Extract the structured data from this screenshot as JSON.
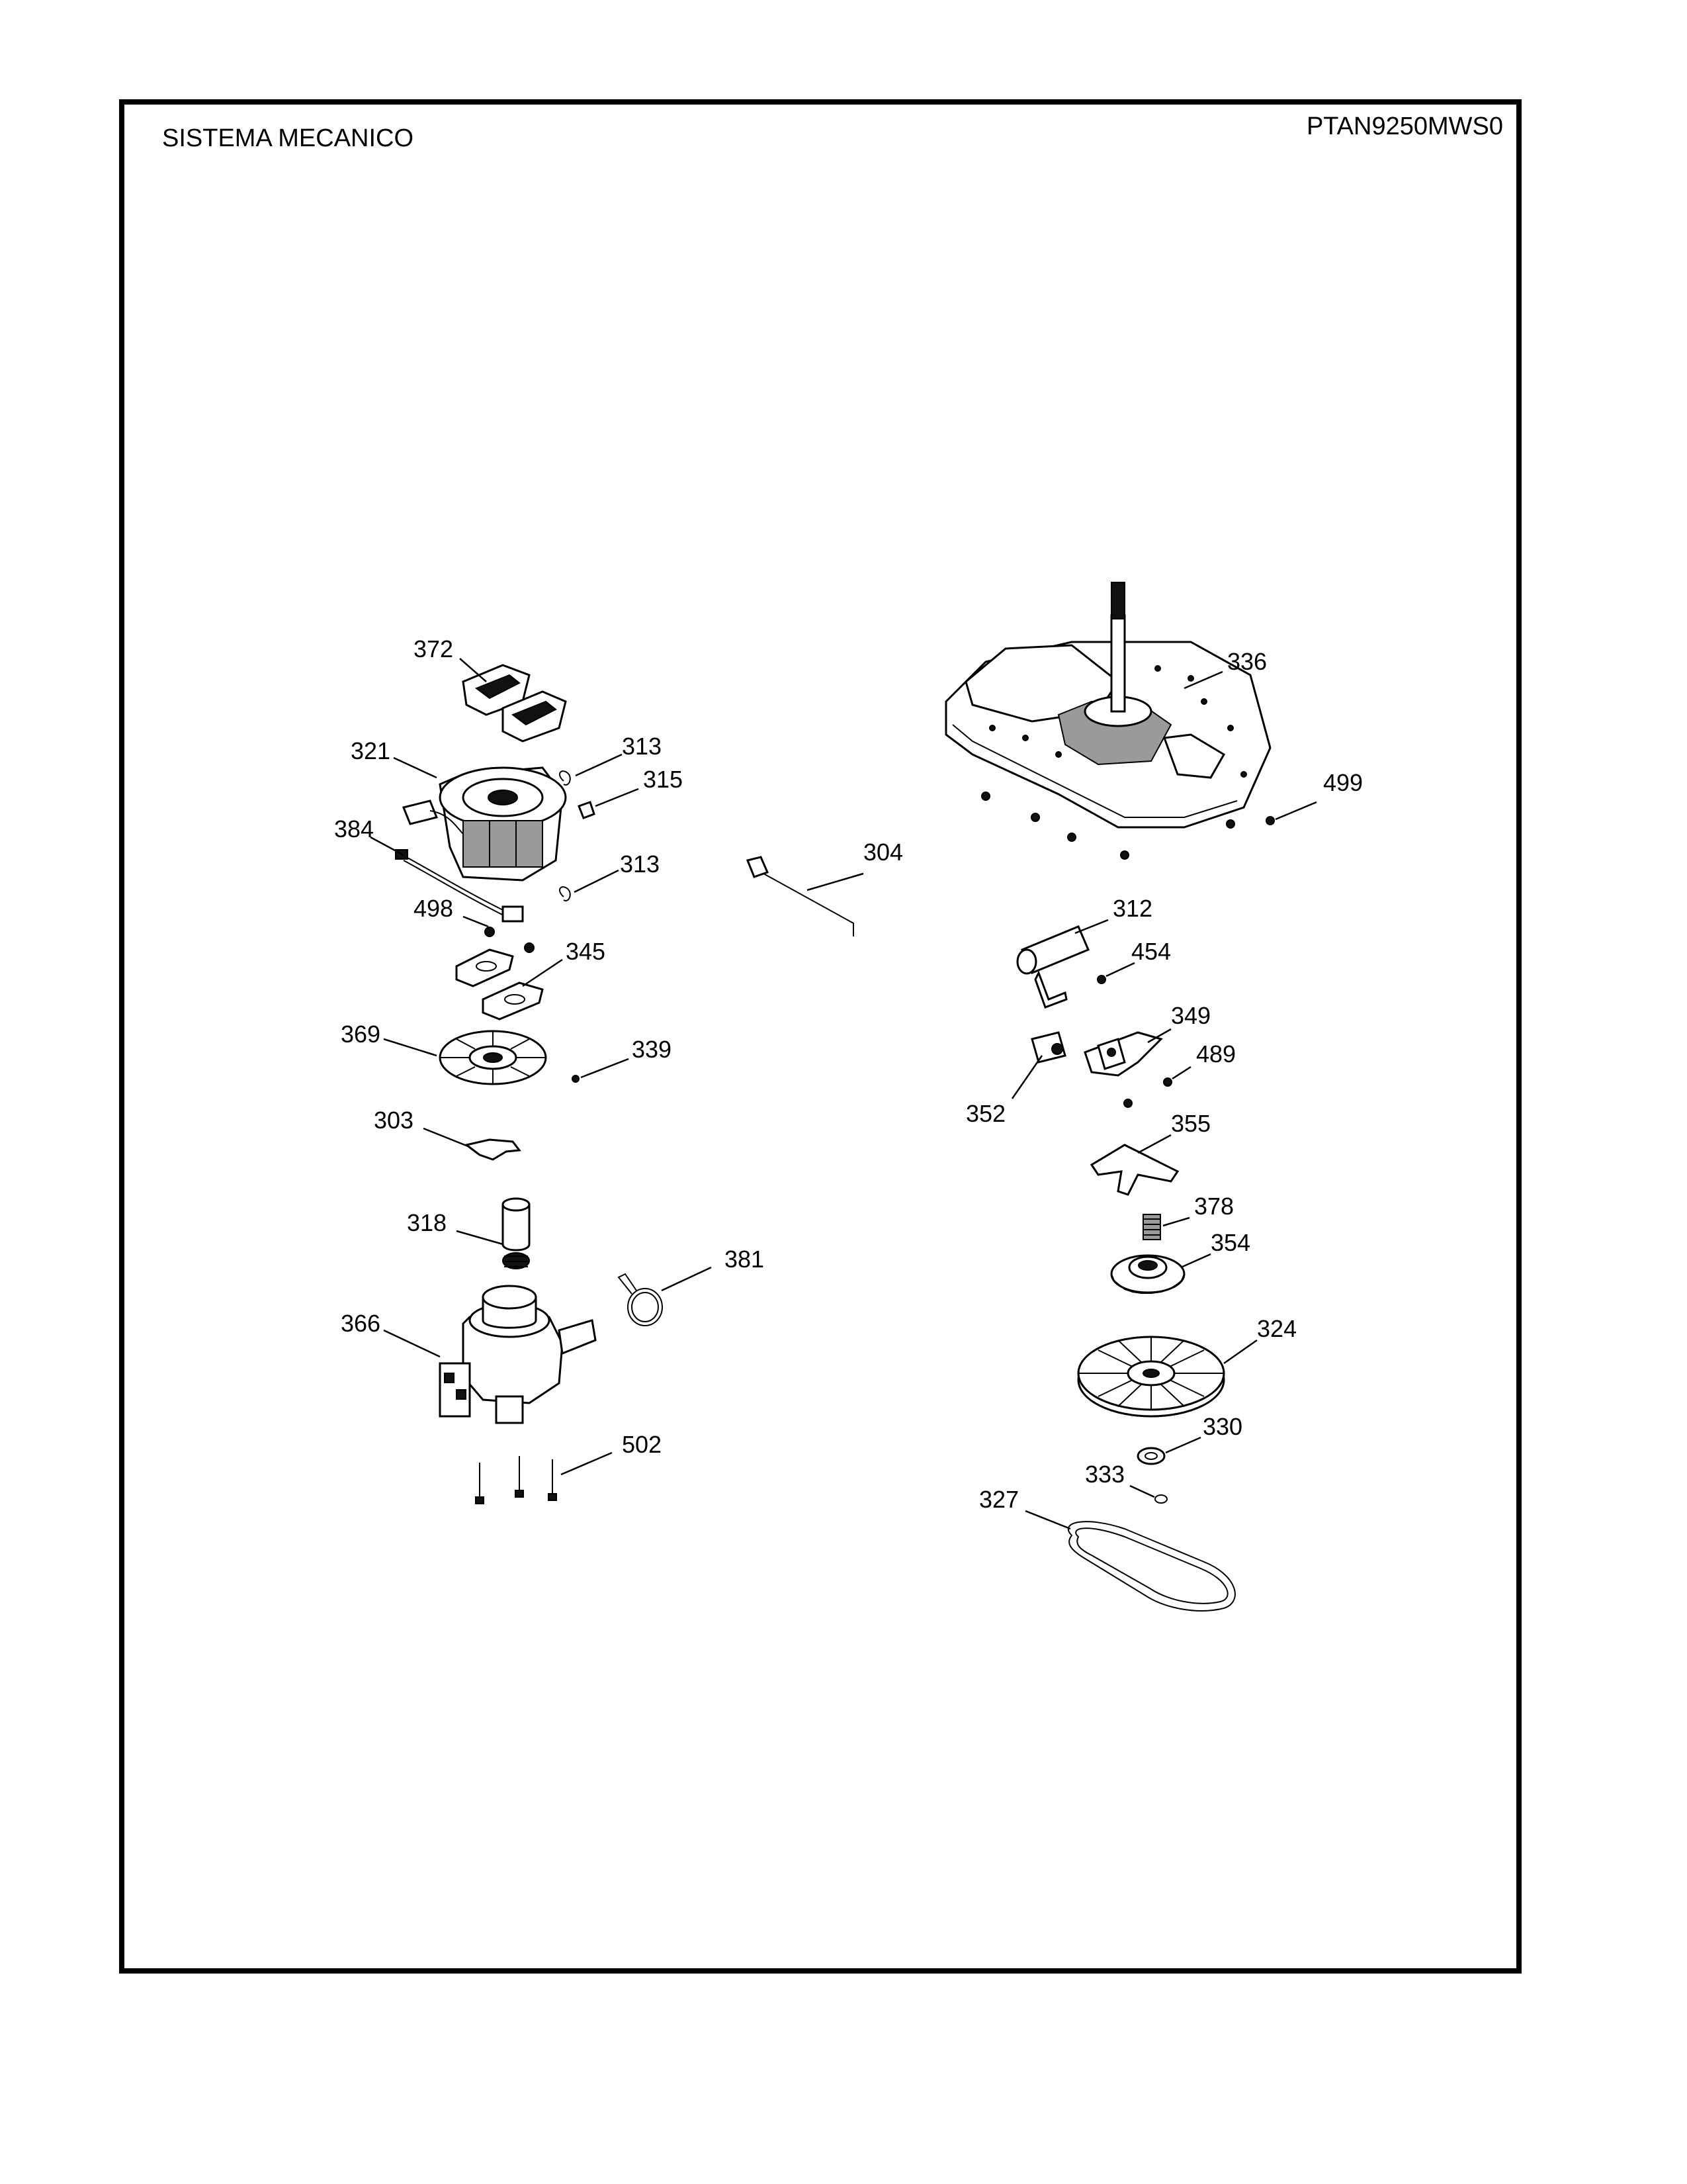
{
  "header": {
    "title": "SISTEMA MECANICO",
    "model": "PTAN9250MWS0"
  },
  "parts": {
    "p372": "372",
    "p321": "321",
    "p313a": "313",
    "p315": "315",
    "p384": "384",
    "p313b": "313",
    "p498": "498",
    "p345": "345",
    "p369": "369",
    "p339": "339",
    "p303": "303",
    "p318": "318",
    "p381": "381",
    "p366": "366",
    "p502": "502",
    "p304": "304",
    "p336": "336",
    "p499": "499",
    "p312": "312",
    "p454": "454",
    "p349": "349",
    "p489": "489",
    "p352": "352",
    "p355": "355",
    "p378": "378",
    "p354": "354",
    "p324": "324",
    "p330": "330",
    "p333": "333",
    "p327": "327"
  }
}
